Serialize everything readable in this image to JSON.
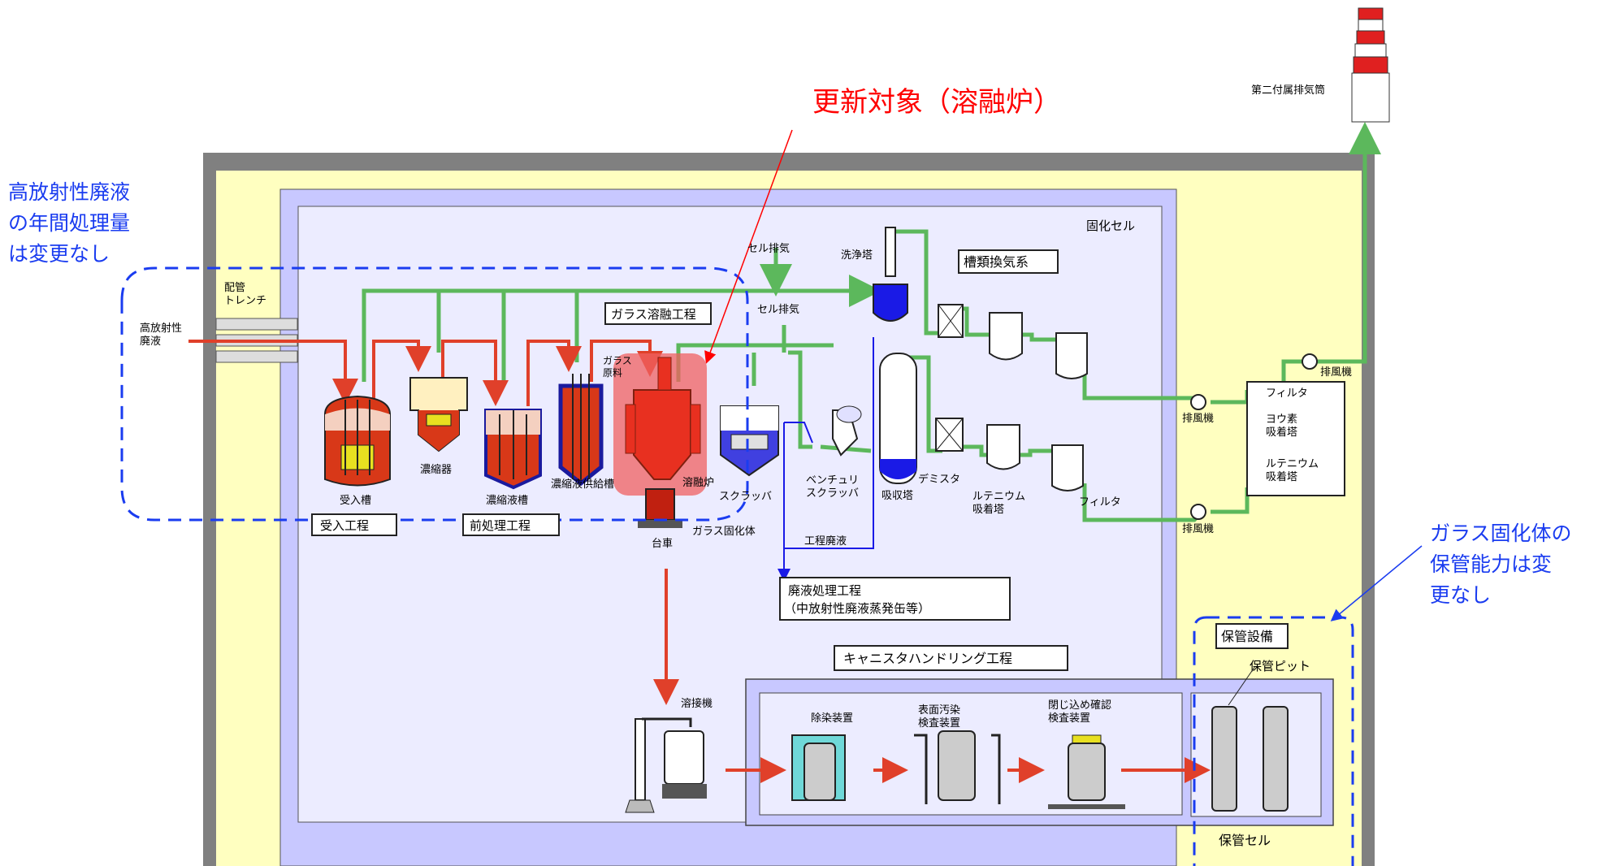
{
  "annotations": {
    "target": "更新対象（溶融炉）",
    "note_left": [
      "高放射性廃液",
      "の年間処理量",
      "は変更なし"
    ],
    "note_right": [
      "ガラス固化体の",
      "保管能力は変",
      "更なし"
    ]
  },
  "labels": {
    "stack": "第二付属排気筒",
    "pipe_trench": [
      "配管",
      "トレンチ"
    ],
    "hlw": [
      "高放射性",
      "廃液"
    ],
    "solidification_cell": "固化セル",
    "cell_exhaust_1": "セル排気",
    "cell_exhaust_2": "セル排気",
    "wash_tower": "洗浄塔",
    "tank_ventilation": "槽類換気系",
    "glass_melting_process": "ガラス溶融工程",
    "glass_raw": [
      "ガラス",
      "原料"
    ],
    "receiving_tank": "受入槽",
    "concentrator": "濃縮器",
    "conc_tank": "濃縮液槽",
    "conc_feed_tank": "濃縮液供給槽",
    "melter": "溶融炉",
    "scrubber": "スクラッバ",
    "venturi": [
      "ベンチュリ",
      "スクラッバ"
    ],
    "absorber": "吸収塔",
    "demister": "デミスタ",
    "ru_adsorber": [
      "ルテニウム",
      "吸着塔"
    ],
    "filter": "フィルタ",
    "fan1": "排風機",
    "fan2": "排風機",
    "fan3": "排風機",
    "box_filter": "フィルタ",
    "iodine": [
      "ヨウ素",
      "吸着塔"
    ],
    "ru2": [
      "ルテニウム",
      "吸着塔"
    ],
    "receiving_process": "受入工程",
    "pretreatment_process": "前処理工程",
    "cart": "台車",
    "glass_body": "ガラス固化体",
    "process_waste": "工程廃液",
    "waste_treatment": [
      "廃液処理工程",
      "（中放射性廃液蒸発缶等）"
    ],
    "canister_handling": "キャニスタハンドリング工程",
    "welder": "溶接機",
    "decon": "除染装置",
    "surface_insp": [
      "表面汚染",
      "検査装置"
    ],
    "confinement": [
      "閉じ込め確認",
      "検査装置"
    ],
    "storage_facility": "保管設備",
    "storage_pit": "保管ピット",
    "storage_cell": "保管セル"
  },
  "colors": {
    "red": "#e0402a",
    "green": "#5cb85c",
    "blue": "#1a1ae6",
    "annot_red": "#ff0000",
    "annot_blue": "#1a3cf0",
    "yellow": "#ffffc0",
    "lavender": "#ececff"
  }
}
